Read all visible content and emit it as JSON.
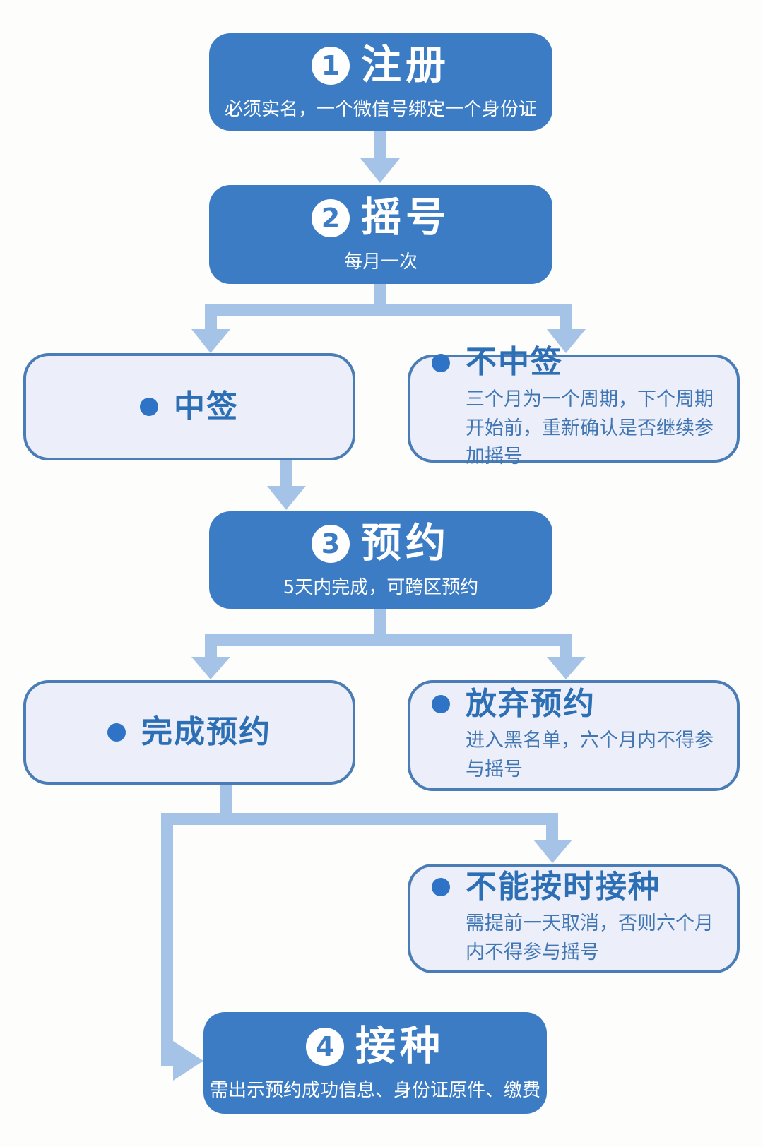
{
  "colors": {
    "primary_blue": "#3B7CC4",
    "light_box_fill": "#ECEFFA",
    "light_box_border": "#4A7CB5",
    "arrow_blue": "#A5C3E7",
    "title_text_blue": "#2D6FB4",
    "sub_text_blue": "#4076B3",
    "step_text_white": "#FFFFFF"
  },
  "steps": [
    {
      "number": "1",
      "title": "注册",
      "subtitle": "必须实名，一个微信号绑定一个身份证"
    },
    {
      "number": "2",
      "title": "摇号",
      "subtitle": "每月一次"
    },
    {
      "number": "3",
      "title": "预约",
      "subtitle": "5天内完成，可跨区预约"
    },
    {
      "number": "4",
      "title": "接种",
      "subtitle": "需出示预约成功信息、身份证原件、缴费"
    }
  ],
  "outcomes": {
    "win": {
      "title": "中签"
    },
    "lose": {
      "title": "不中签",
      "subtitle": "三个月为一个周期，下个周期开始前，重新确认是否继续参加摇号"
    },
    "complete": {
      "title": "完成预约"
    },
    "abandon": {
      "title": "放弃预约",
      "subtitle": "进入黑名单，六个月内不得参与摇号"
    },
    "miss": {
      "title": "不能按时接种",
      "subtitle": "需提前一天取消，否则六个月内不得参与摇号"
    }
  }
}
